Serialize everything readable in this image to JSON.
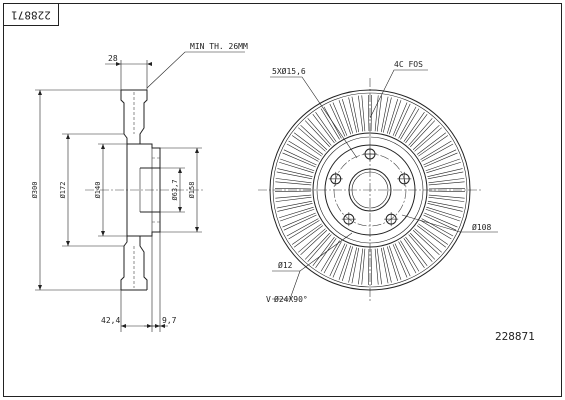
{
  "part_number": "228871",
  "side_view": {
    "dim_thickness": "28",
    "dim_min_thickness": "MIN TH. 26MM",
    "dim_outer_diameter": "Ø300",
    "dim_diameter_172": "Ø172",
    "dim_diameter_140": "Ø140",
    "dim_center_bore": "Ø63,7",
    "dim_hub_diameter": "Ø158",
    "dim_height": "42,4",
    "dim_hub_thickness": "9,7"
  },
  "front_view": {
    "dim_bolt_holes": "5XØ15,6",
    "dim_chamfer": "4C FOS",
    "dim_pcd": "Ø108",
    "dim_small_hole": "Ø12",
    "dim_countersink": "Ø24X90°"
  }
}
